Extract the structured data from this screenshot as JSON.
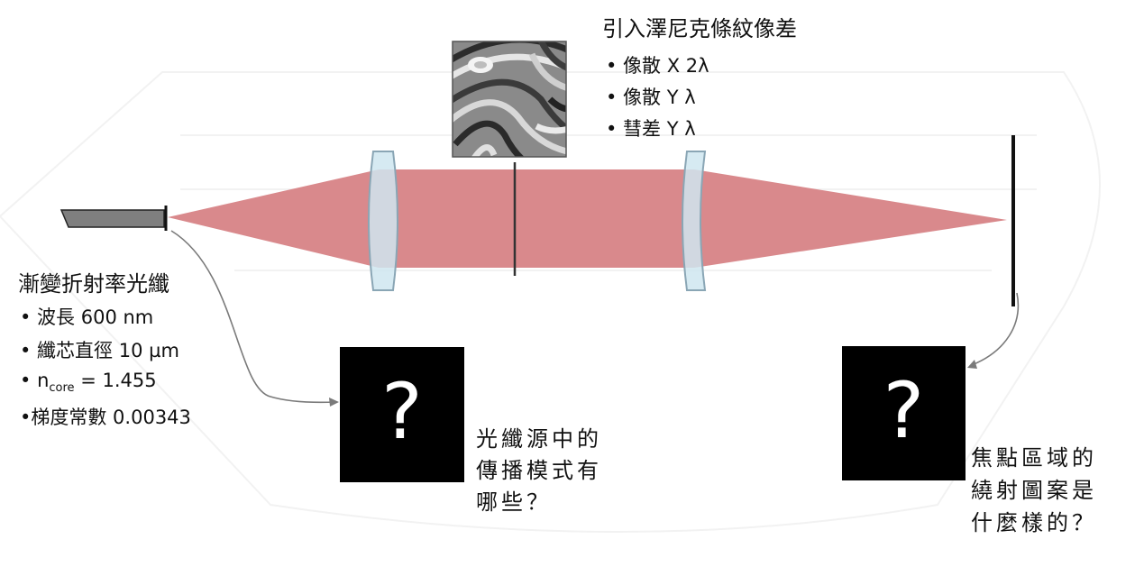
{
  "fiber_block": {
    "title": "漸變折射率光纖",
    "items": [
      "• 波長 600 nm",
      "• 纖芯直徑 10 µm",
      "•梯度常數 0.00343"
    ],
    "ncore_bullet": "• ",
    "ncore_n": "n",
    "ncore_sub": "core",
    "ncore_value": " = 1.455"
  },
  "aberration_block": {
    "title": "引入澤尼克條紋像差",
    "items": [
      "• 像散 X 2λ",
      "• 像散 Y λ",
      "• 彗差 Y λ"
    ]
  },
  "question_left": {
    "mark": "?",
    "lines": [
      "光纖源中的",
      "傳播模式有",
      "哪些？"
    ]
  },
  "question_right": {
    "mark": "?",
    "lines": [
      "焦點區域的",
      "繞射圖案是",
      "什麼樣的？"
    ]
  },
  "colors": {
    "beam": "#d9898c",
    "lens_fill": "#cfe6f0",
    "lens_stroke": "#8aa6b5",
    "fiber_fill": "#7f7f7f",
    "box": "#000000"
  }
}
